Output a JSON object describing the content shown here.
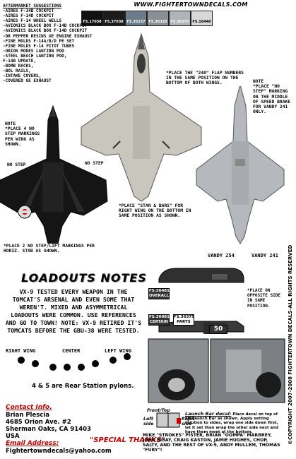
{
  "url": "WWW.FIGHTERTOWNDECALS.COM",
  "aftermarket": {
    "heading": "AFTERMARKET SUGGESTIONS",
    "items": [
      "-AIRES F-14B COCKPIT",
      "-AIRES F-14D COCKPIT",
      "-AIRES F-14 WHEEL WELLS",
      "-AVIONICS BLACK BOX F-14B COCKPIT",
      "-AVIONICS BLACK BOX F-14D COCKPIT",
      "-DR PEPPER RESINS GE ENGINE EXHAUST",
      "-FINE MOLDS F-14A/B/D PE SET",
      "-FINE MOLDS F-14 PITOT TUBES",
      "-ORION MODES LANTIRN POD",
      "-STEEL BEACH LANTIRN POD,",
      " F-14B UPDATE,",
      "-BOMB RACKS,",
      "-BOL RAILS,",
      "-INTAKE COVERS,",
      "-COVERED GE EXHAUST"
    ]
  },
  "swatches": [
    {
      "label": "FS.17038",
      "color": "#111111",
      "text": "#ffffff"
    },
    {
      "label": "FS.37038",
      "color": "#1c1c1c",
      "text": "#ffffff"
    },
    {
      "label": "FS.35237",
      "color": "#6b7b8a",
      "text": "#ffffff"
    },
    {
      "label": "FS.36320",
      "color": "#8a8f95",
      "text": "#ffffff"
    },
    {
      "label": "FS.36375",
      "color": "#b0b4b8",
      "text": "#ffffff"
    },
    {
      "label": "FS.16440",
      "color": "#d8d8d8",
      "text": "#000000"
    }
  ],
  "notes": {
    "n240": "*PLACE THE \"240\" FLAP NUMBERS IN THE SAME POSITION ON THE BOTTOM OF BOTH WINGS.",
    "nostep_right": "*PLACE \"NO STEP\" MARKING ON THE MIDDLE OF SPEED BRAKE FOR VANDY 241 ONLY.",
    "nostep_left": "*PLACE 4 NO STEP MARKINGS PER WING AS SHOWN.",
    "nostep_label_left": "NO STEP",
    "nostep_label_right": "NO STEP",
    "star_bars": "*PLACE \"STAR & BARS\" FOR RIGHT WING ON THE BOTTOM IN SAME POSITION AS SHOWN.",
    "steplift": "*PLACE 2 NO STEP/LIFT MARKINGS PER HORIZ. STAB AS SHOWN.",
    "note_word": "NOTE",
    "opposite": "*PLACE ON OPPOSITE SIDE IN SAME POSITION."
  },
  "vandy": {
    "a": "VANDY 254",
    "b": "VANDY 241"
  },
  "loadouts": {
    "title": "LOADOUTS NOTES",
    "text": "VX-9 TESTED EVERY WEAPON IN THE TOMCAT'S ARSENAL AND EVEN SOME THAT WEREN'T. MIXED AND ASYMMETRICAL LOADOUTS WERE COMMON. USE REFERENCES AND GO TO TOWN! NOTE: VX-9 RETIRED IT'S TOMCATS BEFORE THE GBU-38 WERE TESTED.",
    "right_wing": "RIGHT WING",
    "center": "CENTER",
    "left_wing": "LEFT WING",
    "pylon_note": "4 & 5 are Rear Station pylons."
  },
  "stencils": {
    "fs36481_overall": "FS.36481",
    "overall": "OVERALL",
    "fs36481_certain": "FS.36081",
    "certain": "CERTAIN",
    "fs36375": "FS.36375",
    "parts": "PARTS",
    "pod_number": "50"
  },
  "contact": {
    "heading": "Contact Info.",
    "name": "Brian Plescia",
    "street": "4685 Orion Ave. #2",
    "city": "Sherman Oaks, CA 91403",
    "country": "USA",
    "email_heading": "Email Address:",
    "email": "Fightertowndecals@yahoo.com"
  },
  "launch": {
    "front_top": "Front/Top",
    "left_side": "Left side",
    "right_side": "Right side",
    "title": "Launch Bar decal:",
    "text": "Place decal on top of kit Launch Bar as shown. Apply setting solution to sides, wrap one side down first, let it set then wrap the other side next and have them meet at the bottom."
  },
  "thanks": {
    "title": "\"SPECIAL THANKS\"",
    "text": "MIKE \"STROKES\" PISTER, BRIAN \"OOMPA\" MARBREY, JOHN BIBAY, CRAIG KASTON, JAMIE HUGHES, CHOP, SALTY, AND THE REST OF VX-9, ANDY MULLEM, THOMAS \"FURY\"!"
  },
  "copyright": "©COPYRIGHT 2007-2008 FIGHTERTOWN DECALS-ALL RIGHTS RESERVED"
}
